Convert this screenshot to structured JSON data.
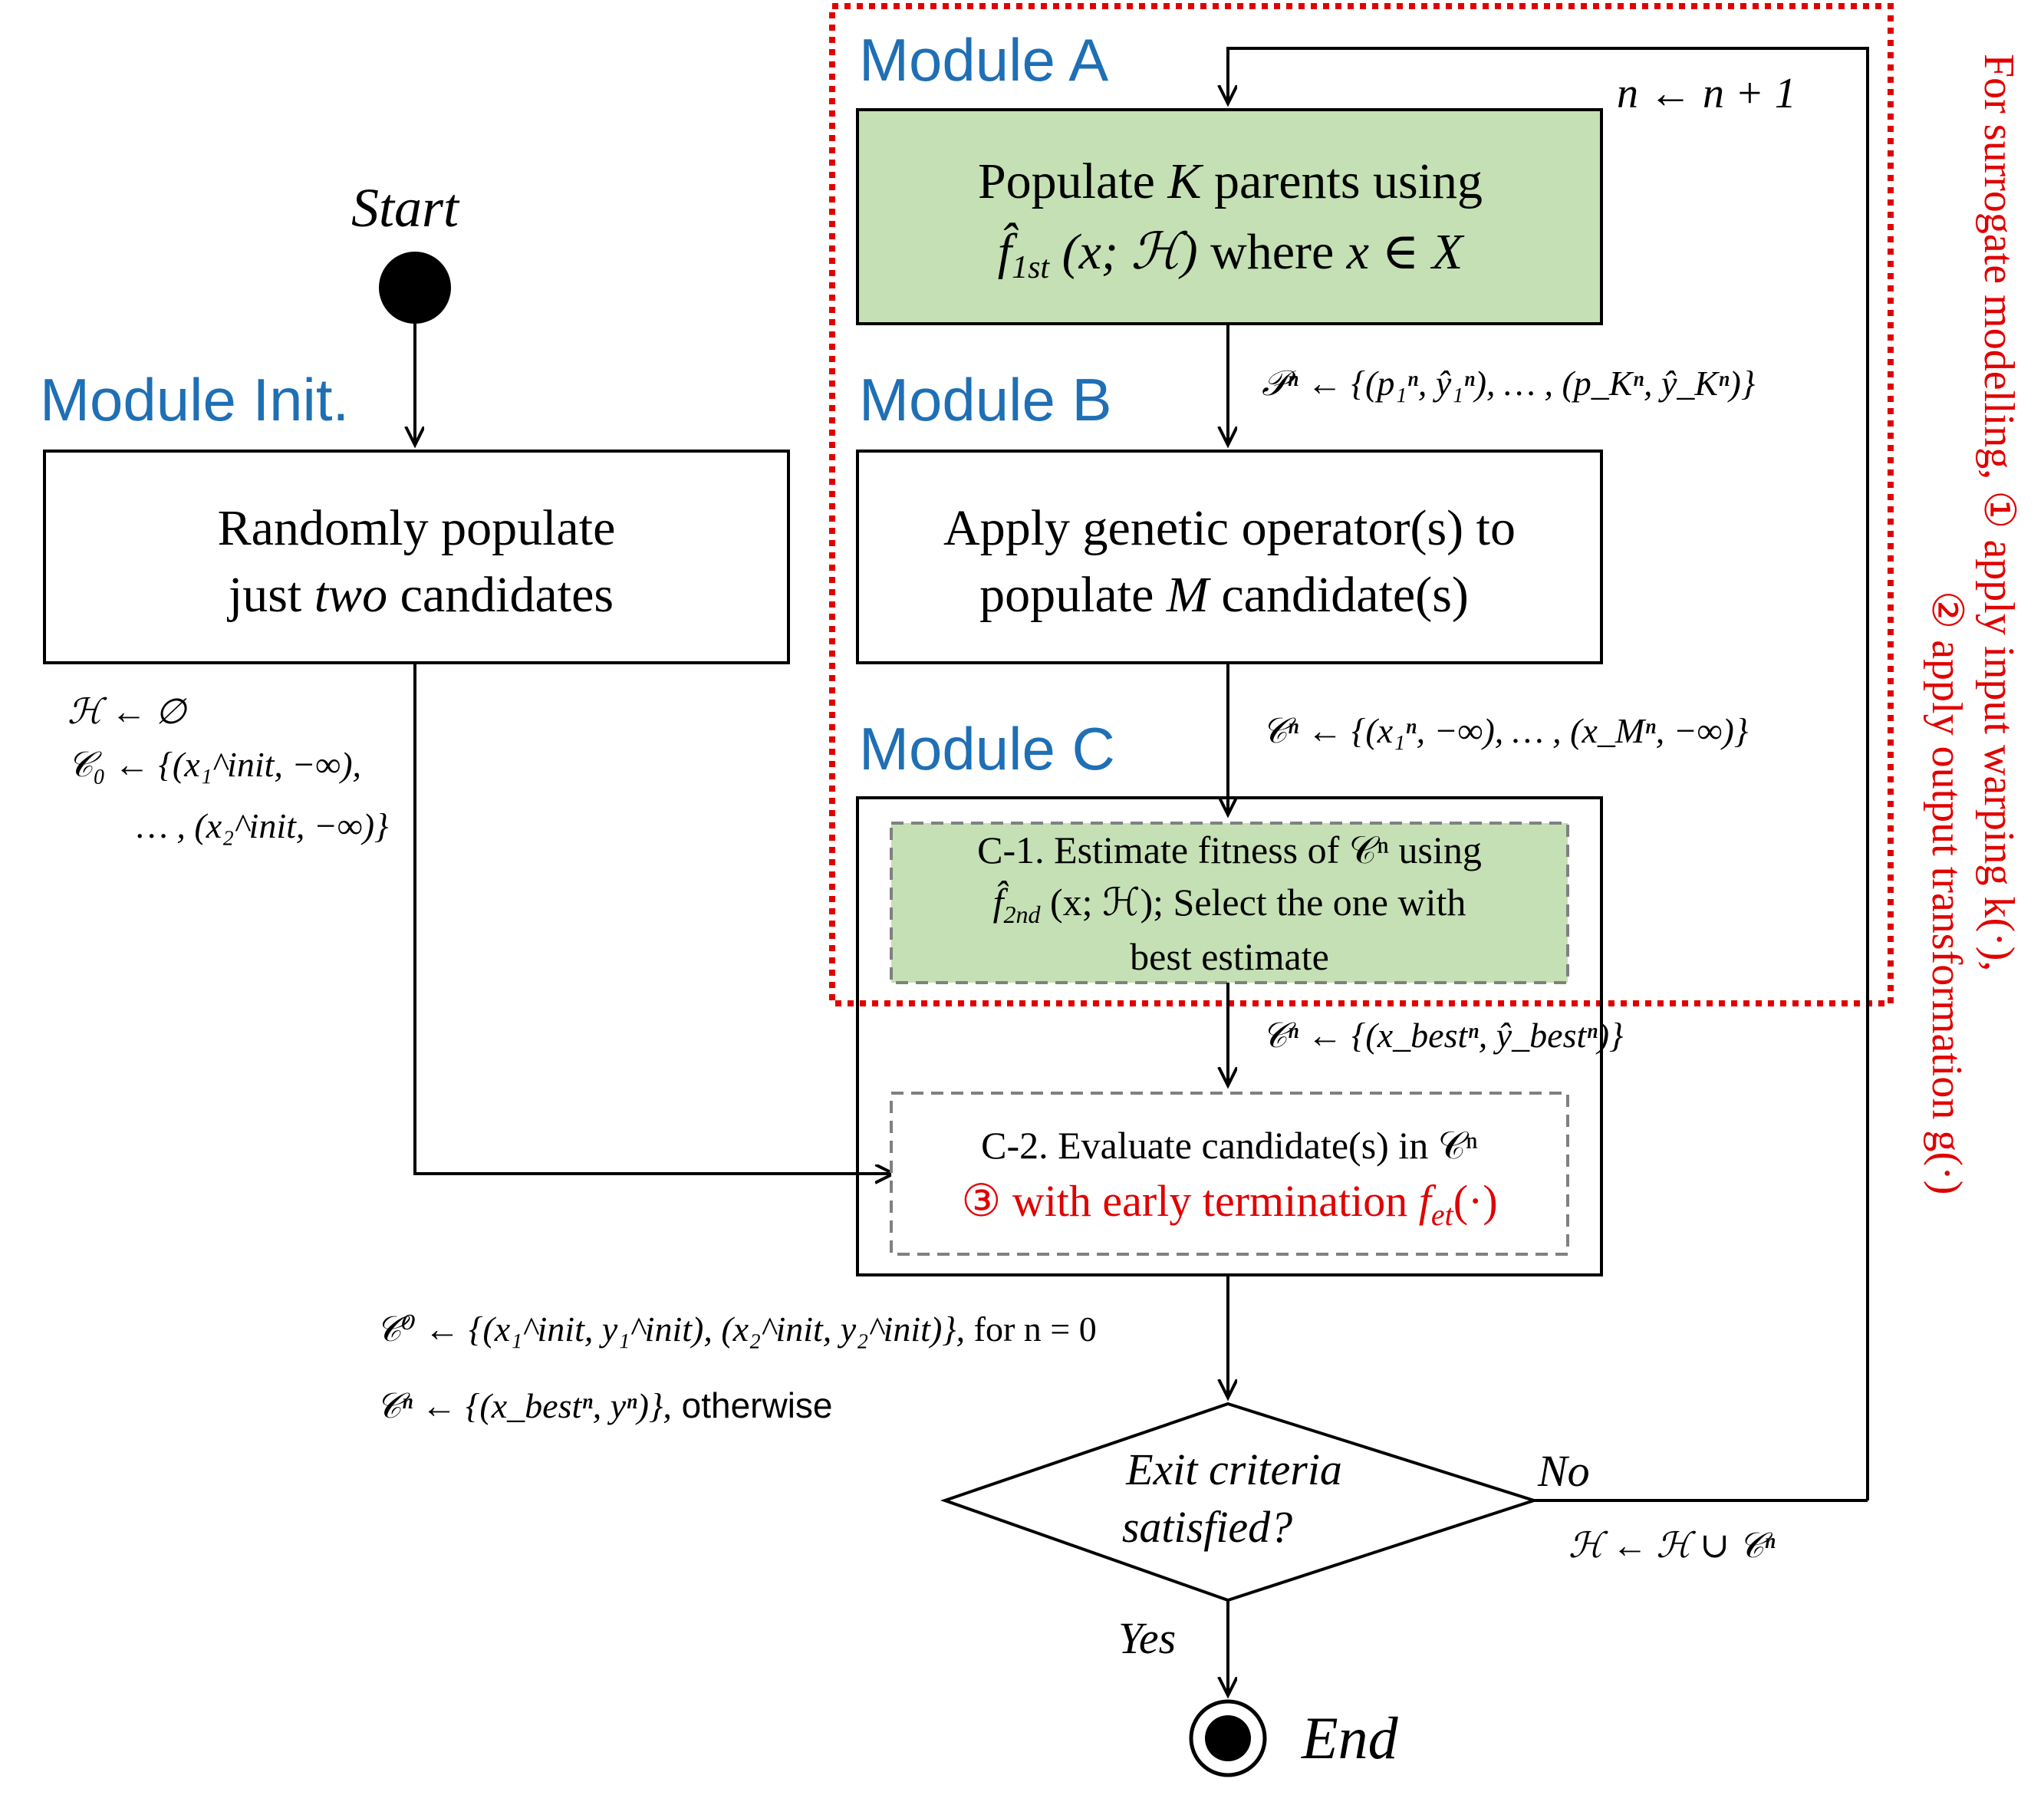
{
  "modules": {
    "a": "Module A",
    "b": "Module B",
    "c": "Module C",
    "init": "Module Init."
  },
  "start_label": "Start",
  "end_label": "End",
  "box_init": {
    "line1": "Randomly populate",
    "line2_prefix": "just ",
    "line2_italic": "two",
    "line2_suffix": " candidates"
  },
  "box_a": {
    "line1_prefix": "Populate ",
    "line1_italic": "K",
    "line1_suffix": " parents using",
    "line2_func": "f̂",
    "line2_sub": "1st",
    "line2_args": " (x; ℋ)",
    "line2_where": " where ",
    "line2_cond": "x ∈ X"
  },
  "box_b": {
    "line1": "Apply genetic operator(s) to",
    "line2_prefix": "populate ",
    "line2_italic": "M",
    "line2_suffix": " candidate(s)"
  },
  "box_c1": {
    "line1": "C-1. Estimate fitness of 𝒞ⁿ using",
    "line2_func": "f̂",
    "line2_sub": "2nd",
    "line2_rest": " (x; ℋ); Select the one with",
    "line3": "best estimate"
  },
  "box_c2": {
    "line1": "C-2. Evaluate candidate(s) in 𝒞ⁿ",
    "line2": "③ with early termination ",
    "line2_func": "f",
    "line2_sub": "et",
    "line2_end": "(·)"
  },
  "decision": {
    "line1": "Exit criteria",
    "line2": "satisfied?",
    "no_label": "No",
    "yes_label": "Yes"
  },
  "annotations": {
    "loop_increment": "n ← n + 1",
    "p_set": "𝒫ⁿ ← {(p₁ⁿ, ŷ₁ⁿ), … , (p_Kⁿ, ŷ_Kⁿ)}",
    "c_set_m": "𝒞ⁿ ← {(x₁ⁿ, −∞), … , (x_Mⁿ, −∞)}",
    "c_set_best": "𝒞ⁿ ← {(x_bestⁿ, ŷ_bestⁿ)}",
    "init_h": "ℋ ← ∅",
    "init_c0_line1": "𝒞₀ ← {(x₁^init, −∞),",
    "init_c0_line2": "… , (x₂^init, −∞)}",
    "eval_c0": "𝒞⁰ ← {(x₁^init, y₁^init), (x₂^init, y₂^init)},",
    "eval_c0_cond": " for n = 0",
    "eval_cn": "𝒞ⁿ ← {(x_bestⁿ, yⁿ)},",
    "eval_cn_cond": "  otherwise",
    "h_update": "ℋ ← ℋ ∪ 𝒞ⁿ"
  },
  "side_note": {
    "line1": "For surrogate modelling, ① apply input warping k(·),",
    "line2": "② apply output transformation g(·)"
  },
  "colors": {
    "module_label": "#1f6fb5",
    "highlight_fill": "#c5e0b4",
    "red": "#e00000",
    "dashed_border": "#808080"
  }
}
